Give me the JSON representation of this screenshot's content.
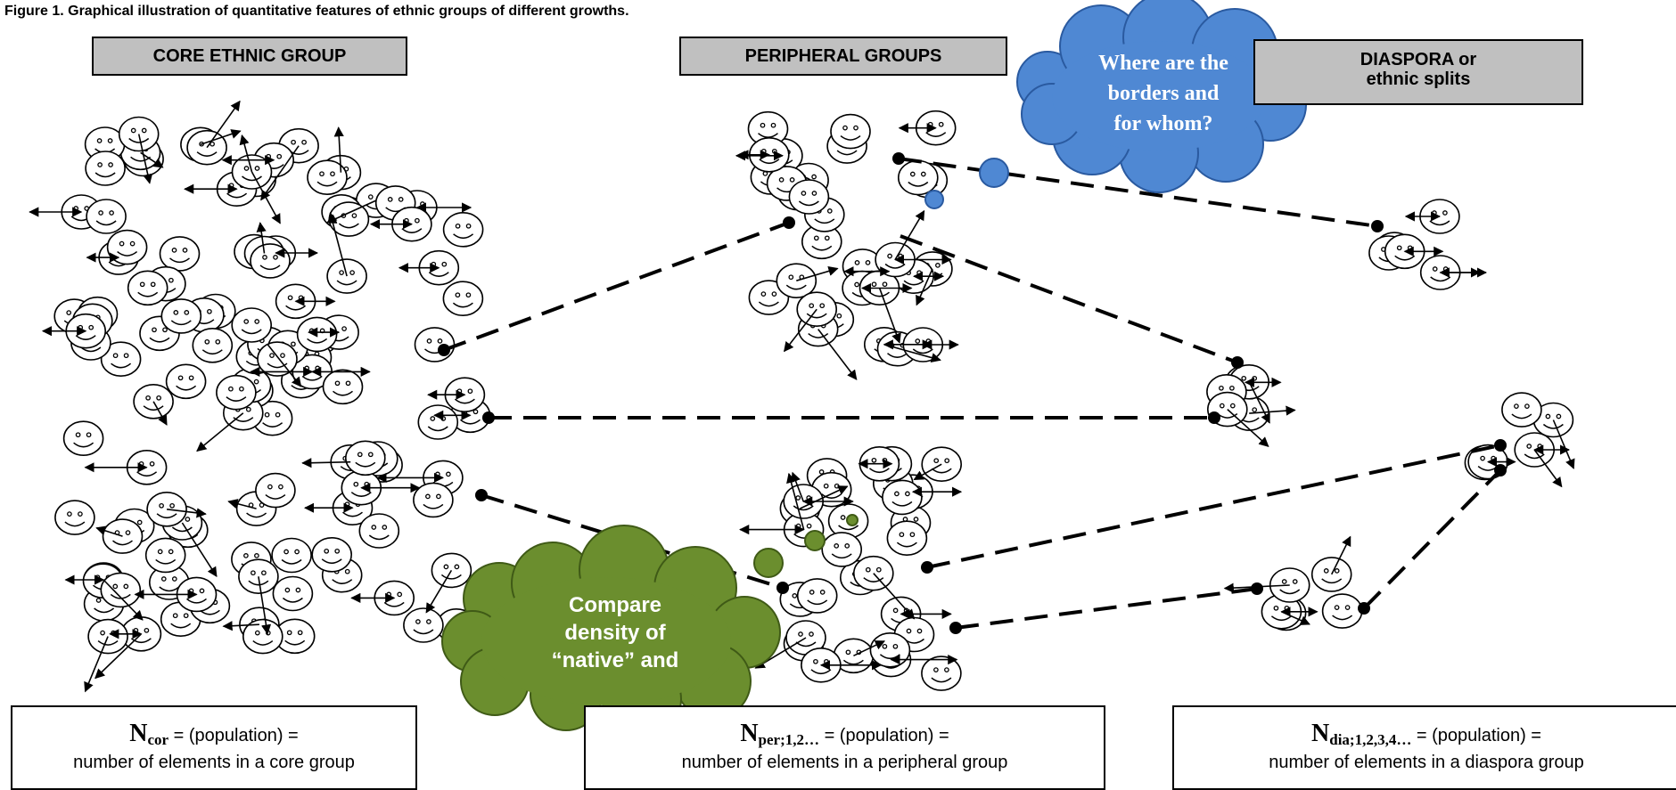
{
  "caption": "Figure 1. Graphical illustration of quantitative features of ethnic groups of different growths.",
  "headers": {
    "core": "CORE ETHNIC GROUP",
    "peripheral": "PERIPHERAL GROUPS",
    "diaspora_line1": "DIASPORA or",
    "diaspora_line2": "ethnic splits"
  },
  "clouds": {
    "blue": {
      "line1": "Where are the",
      "line2": "borders and",
      "line3": "for whom?"
    },
    "green": {
      "line1": "Compare",
      "line2": "density of",
      "line3": "“native” and"
    }
  },
  "boxes": {
    "core": {
      "symbol": "N",
      "subscript": "cor",
      "equation": " = (population) =",
      "desc": "number of elements in a core group"
    },
    "peripheral": {
      "symbol": "N",
      "subscript": "per;1,2…",
      "equation": " = (population) =",
      "desc": "number of elements in a peripheral group"
    },
    "diaspora": {
      "symbol": "N",
      "subscript": "dia;1,2,3,4…",
      "equation": " = (population) =",
      "desc": "number of elements in a diaspora group"
    }
  },
  "colors": {
    "header_fill": "#c0c0c0",
    "blue_cloud": "#4f88d3",
    "green_cloud": "#6b8e2e",
    "ink": "#000000"
  },
  "icons": [
    "smiley-face-icon",
    "double-arrow-icon",
    "dashed-link-line"
  ]
}
